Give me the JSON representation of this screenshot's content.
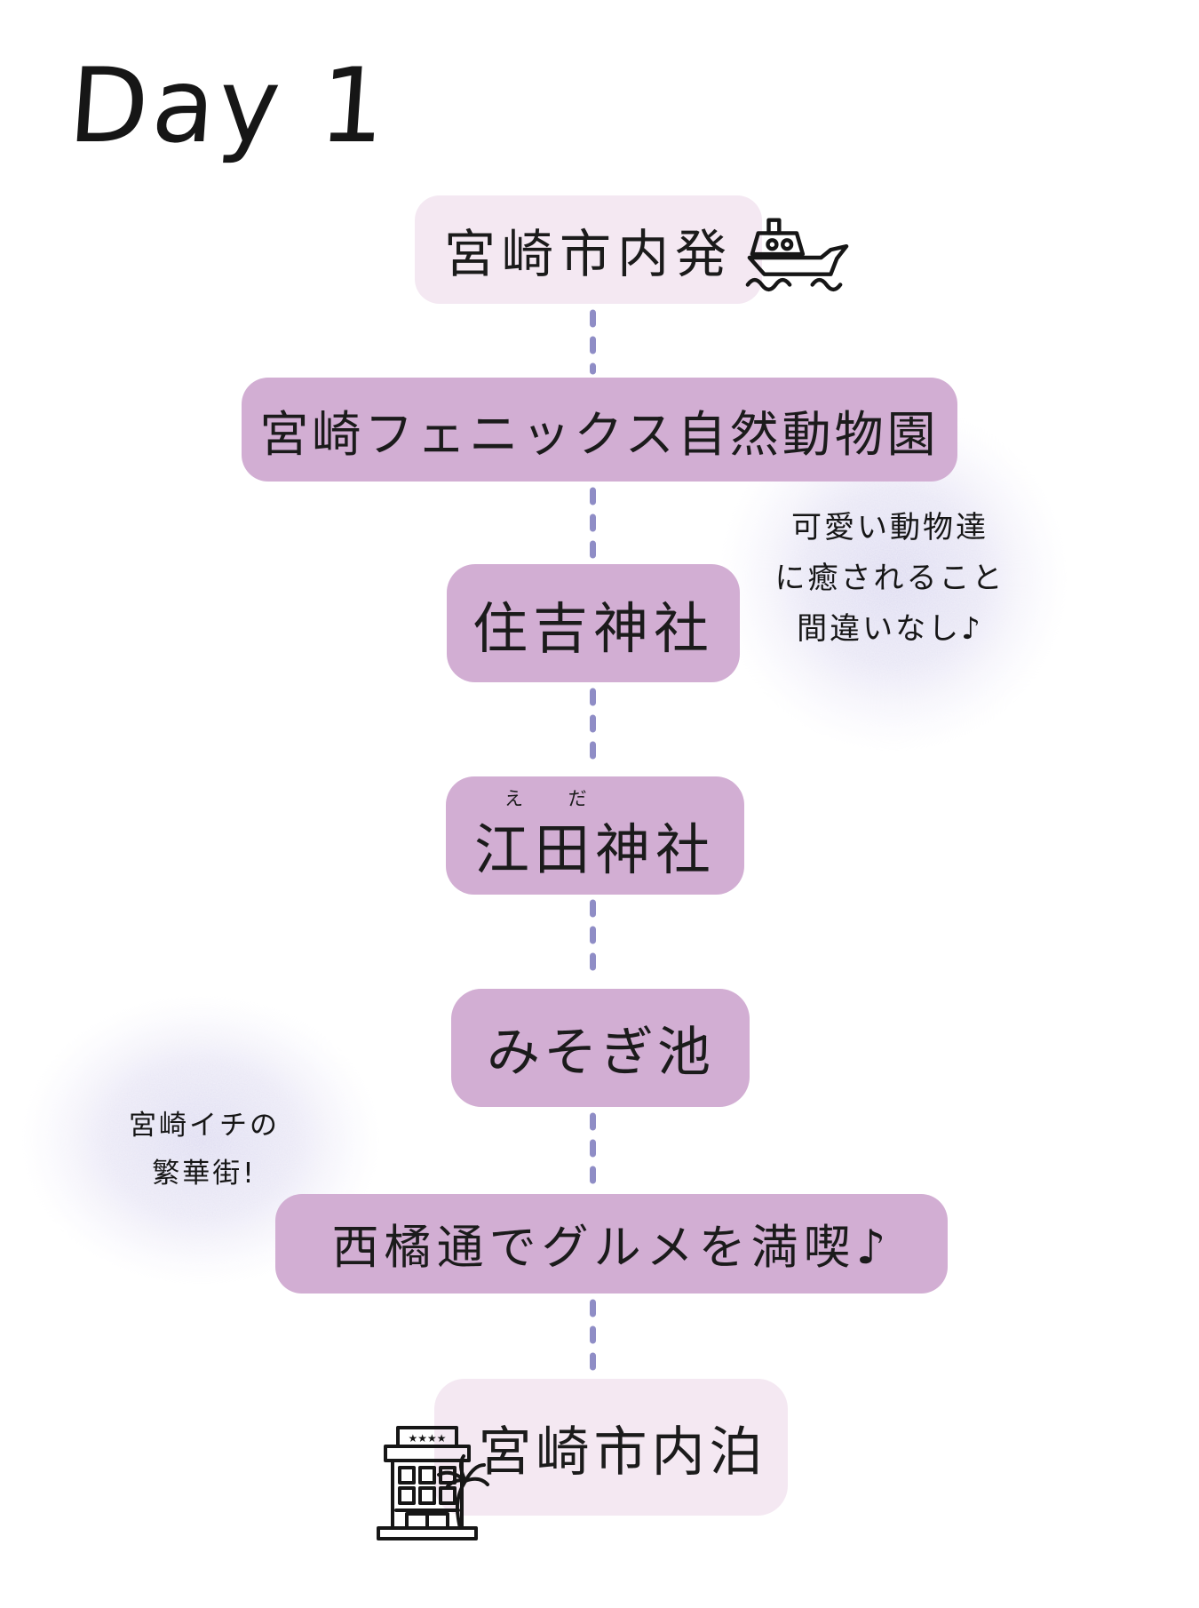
{
  "title": "Day 1",
  "colors": {
    "box_purple": "#d2aed3",
    "box_pink": "#f4e8f2",
    "dash_line": "#8f8dc6",
    "text": "#1b1b1b",
    "blob": "#d9d6ef"
  },
  "flow": {
    "steps": [
      {
        "label": "宮崎市内発",
        "variant": "pink",
        "icon": "ship-icon"
      },
      {
        "label": "宮崎フェニックス自然動物園",
        "variant": "purple"
      },
      {
        "label": "住吉神社",
        "variant": "purple"
      },
      {
        "label": "江田神社",
        "furigana": "え だ",
        "variant": "purple"
      },
      {
        "label": "みそぎ池",
        "variant": "purple"
      },
      {
        "label": "西橘通でグルメを満喫♪",
        "variant": "purple"
      },
      {
        "label": "宮崎市内泊",
        "variant": "pink",
        "icon": "hotel-icon"
      }
    ]
  },
  "annotations": {
    "animal_note": {
      "lines": [
        "可愛い動物達",
        "に癒されること",
        "間違いなし♪"
      ]
    },
    "downtown_note": {
      "lines": [
        "宮崎イチの",
        "繁華街!"
      ]
    }
  }
}
